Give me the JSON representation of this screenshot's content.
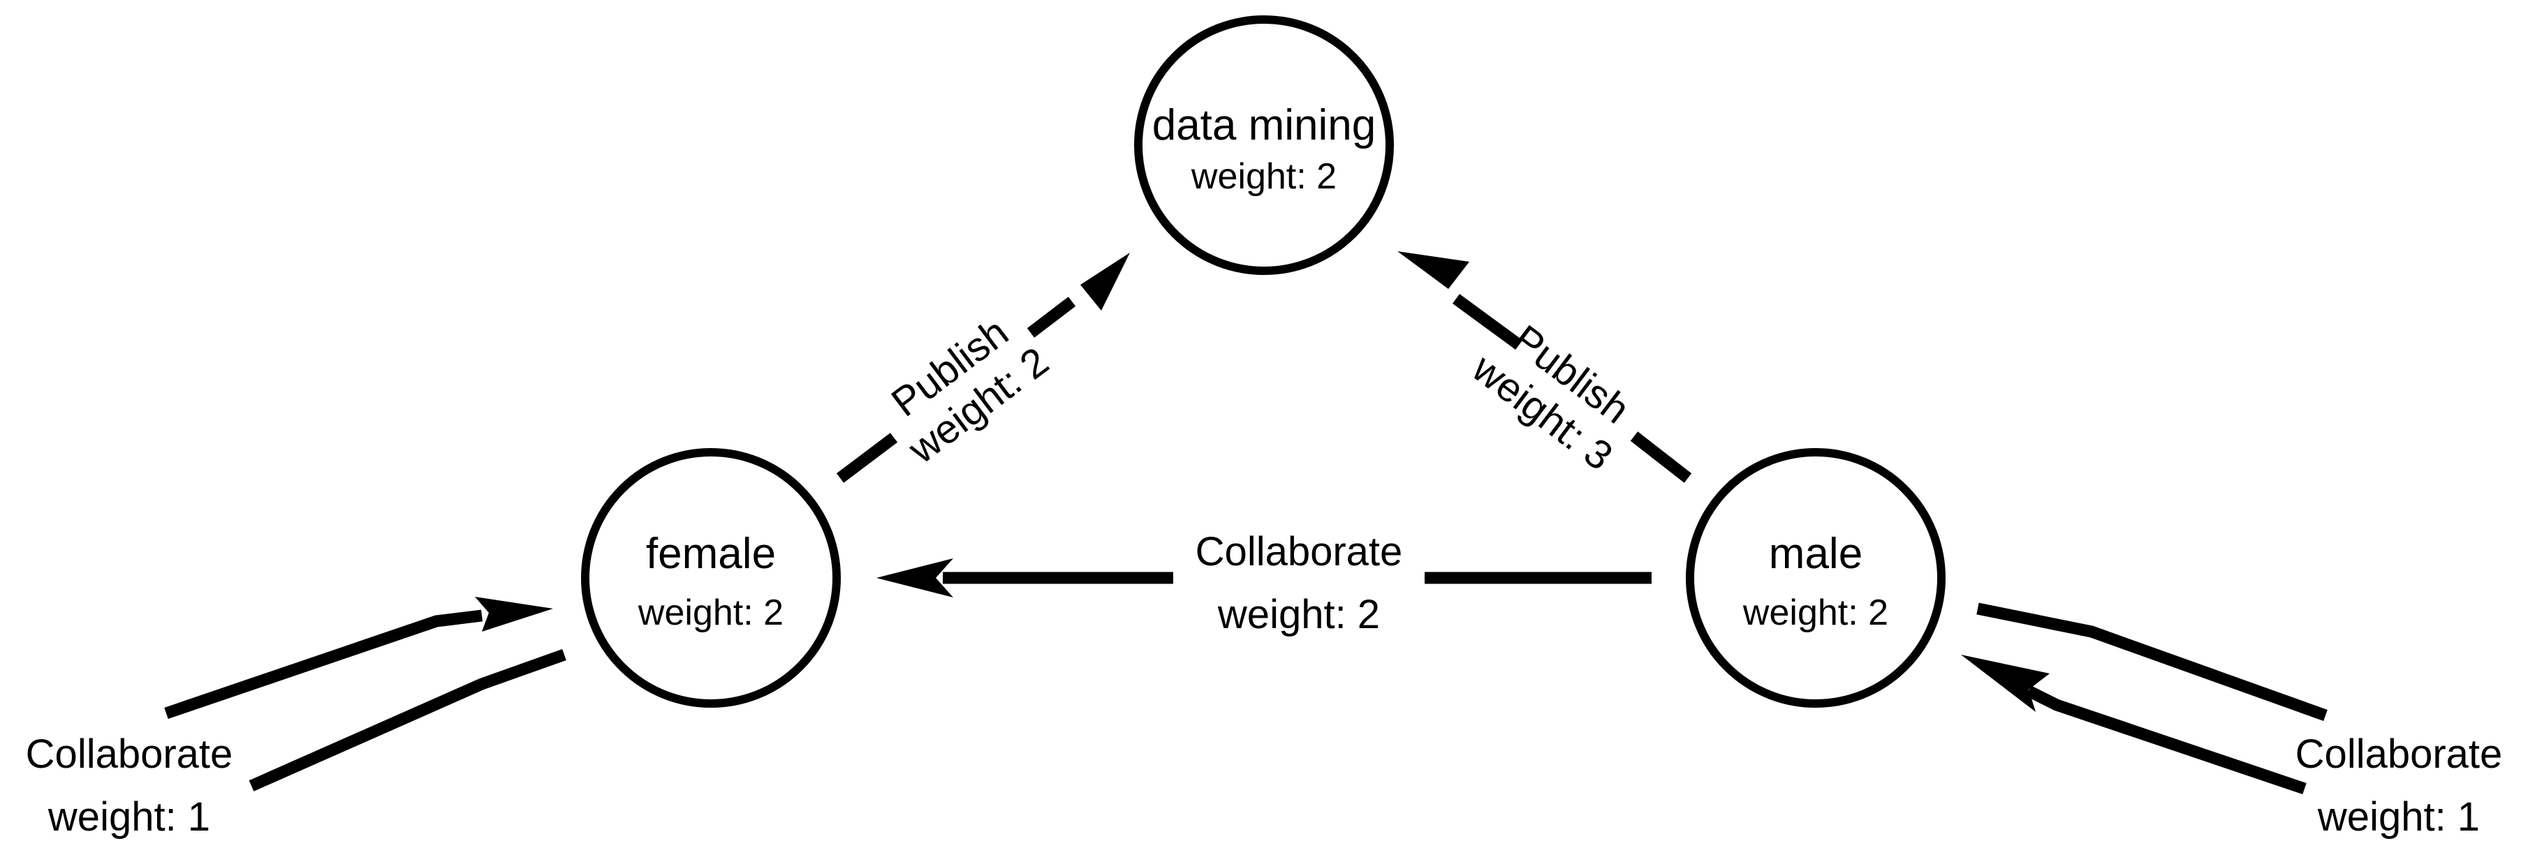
{
  "nodes": {
    "data_mining": {
      "name": "data mining",
      "weight": "weight: 2"
    },
    "female": {
      "name": "female",
      "weight": "weight: 2"
    },
    "male": {
      "name": "male",
      "weight": "weight: 2"
    }
  },
  "edges": {
    "female_publish": {
      "relation": "Publish",
      "weight": "weight: 2"
    },
    "male_publish": {
      "relation": "Publish",
      "weight": "weight: 3"
    },
    "male_female_collaborate": {
      "relation": "Collaborate",
      "weight": "weight: 2"
    },
    "female_self_collaborate": {
      "relation": "Collaborate",
      "weight": "weight: 1"
    },
    "male_self_collaborate": {
      "relation": "Collaborate",
      "weight": "weight: 1"
    }
  },
  "colors": {
    "stroke": "#000000",
    "background": "#ffffff"
  }
}
